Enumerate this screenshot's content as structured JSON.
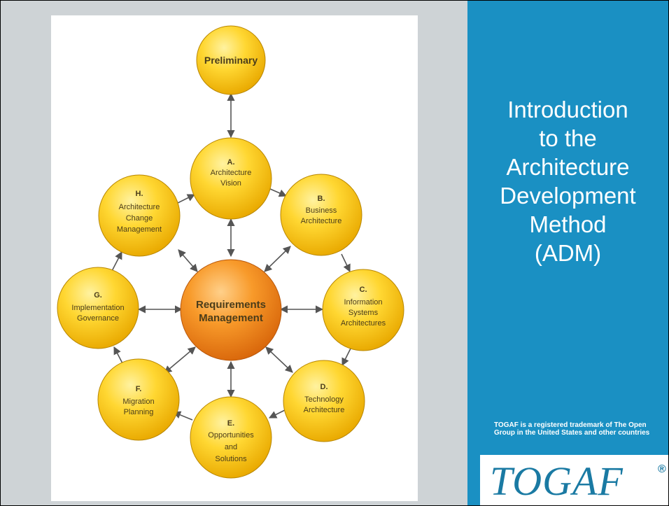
{
  "title_lines": [
    "Introduction",
    "to the",
    "Architecture",
    "Development",
    "Method",
    "(ADM)"
  ],
  "trademark_note": "TOGAF is a registered trademark of The Open Group in the United States and other countries",
  "logo_text": "TOGAF",
  "logo_mark": "®",
  "colors": {
    "panel": "#1a90c3",
    "phase_fill": "#ffd732",
    "center_fill": "#f89a2a",
    "arrow": "#555555"
  },
  "diagram": {
    "preliminary": "Preliminary",
    "center": [
      "Requirements",
      "Management"
    ],
    "phases": {
      "a": {
        "letter": "A.",
        "lines": [
          "Architecture",
          "Vision"
        ]
      },
      "b": {
        "letter": "B.",
        "lines": [
          "Business",
          "Architecture"
        ]
      },
      "c": {
        "letter": "C.",
        "lines": [
          "Information",
          "Systems",
          "Architectures"
        ]
      },
      "d": {
        "letter": "D.",
        "lines": [
          "Technology",
          "Architecture"
        ]
      },
      "e": {
        "letter": "E.",
        "lines": [
          "Opportunities",
          "and",
          "Solutions"
        ]
      },
      "f": {
        "letter": "F.",
        "lines": [
          "Migration",
          "Planning"
        ]
      },
      "g": {
        "letter": "G.",
        "lines": [
          "Implementation",
          "Governance"
        ]
      },
      "h": {
        "letter": "H.",
        "lines": [
          "Architecture",
          "Change",
          "Management"
        ]
      }
    }
  }
}
